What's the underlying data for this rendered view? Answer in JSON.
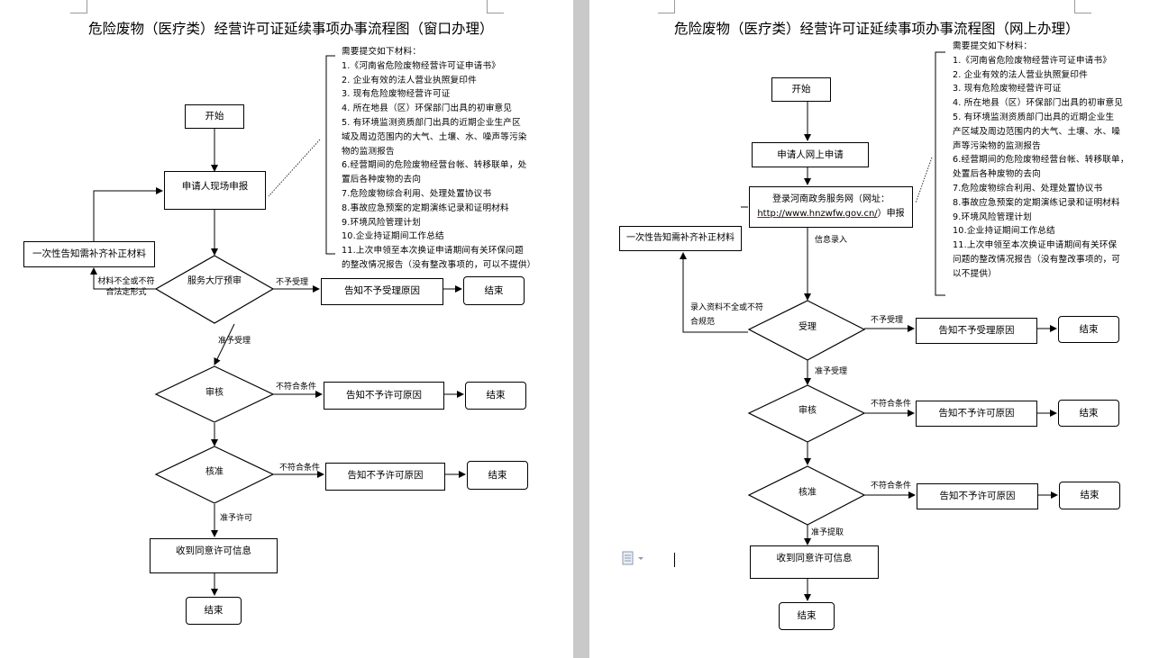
{
  "left": {
    "title": "危险废物（医疗类）经营许可证延续事项办事流程图（窗口办理）",
    "materials": {
      "header": "需要提交如下材料：",
      "items": [
        "1.《河南省危险废物经营许可证申请书》",
        "2. 企业有效的法人营业执照复印件",
        "3. 现有危险废物经营许可证",
        "4. 所在地县（区）环保部门出具的初审意见",
        "5. 有环境监测资质部门出具的近期企业生产区",
        "域及周边范围内的大气、土壤、水、噪声等污染",
        "物的监测报告",
        "6.经营期间的危险废物经营台帐、转移联单，处",
        "置后各种废物的去向",
        "7.危险废物综合利用、处理处置协议书",
        "8.事故应急预案的定期演练记录和证明材料",
        "9.环境风险管理计划",
        "10.企业持证期间工作总结",
        "11.上次申领至本次换证申请期间有关环保问题",
        "的整改情况报告（没有整改事项的，可以不提供）"
      ]
    },
    "start": "开始",
    "apply": "申请人现场申报",
    "supplement": "一次性告知需补齐补正材料",
    "review_diamond": "服务大厅预审",
    "reject_accept_label": "不予受理",
    "reject_accept_box": "告知不予受理原因",
    "end": "结束",
    "incomplete_label": "材料不全或不符合法定形式",
    "accepted_label": "准予受理",
    "audit": "审核",
    "not_meet_label": "不符合条件",
    "deny_permit": "告知不予许可原因",
    "approve": "核准",
    "approved_label": "准予许可",
    "receive": "收到同意许可信息"
  },
  "right": {
    "title": "危险废物（医疗类）经营许可证延续事项办事流程图（网上办理）",
    "materials": {
      "header": "需要提交如下材料：",
      "items": [
        "1.《河南省危险废物经营许可证申请书》",
        "2. 企业有效的法人营业执照复印件",
        "3. 现有危险废物经营许可证",
        "4. 所在地县（区）环保部门出具的初审意见",
        "5. 有环境监测资质部门出具的近期企业生",
        "产区域及周边范围内的大气、土壤、水、噪",
        "声等污染物的监测报告",
        "6.经营期间的危险废物经营台帐、转移联单，",
        "处置后各种废物的去向",
        "7.危险废物综合利用、处理处置协议书",
        "8.事故应急预案的定期演练记录和证明材料",
        "9.环境风险管理计划",
        "10.企业持证期间工作总结",
        "11.上次申领至本次换证申请期间有关环保",
        "问题的整改情况报告（没有整改事项的，可",
        "以不提供）"
      ]
    },
    "start": "开始",
    "apply": "申请人网上申请",
    "login_prefix": "登录河南政务服务网（网址：",
    "login_url": "http://www.hnzwfw.gov.cn/",
    "login_suffix": "）申报",
    "info_entry_label": "信息录入",
    "supplement": "一次性告知需补齐补正材料",
    "incomplete_label": "录入资料不全或不符合规范",
    "accept_diamond": "受理",
    "reject_accept_label": "不予受理",
    "reject_accept_box": "告知不予受理原因",
    "end": "结束",
    "accepted_label": "准予受理",
    "audit": "审核",
    "not_meet_label": "不符合条件",
    "deny_permit": "告知不予许可原因",
    "approve": "核准",
    "extract_label": "准予提取",
    "receive": "收到同意许可信息"
  },
  "icons": {
    "paste_options": "clipboard-paste-options-icon",
    "text_cursor": "text-cursor-icon"
  }
}
